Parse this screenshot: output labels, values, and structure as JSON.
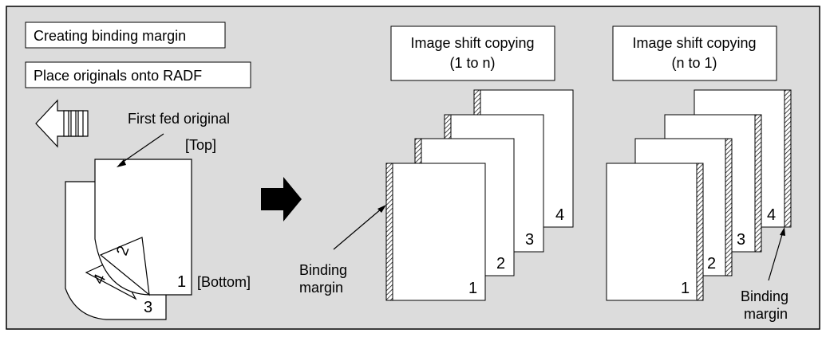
{
  "labels": {
    "creating_binding_margin": "Creating binding margin",
    "place_originals": "Place originals onto RADF",
    "first_fed_original": "First fed original",
    "top": "[Top]",
    "bottom": "[Bottom]",
    "group1_title_line1": "Image shift copying",
    "group1_title_line2": "(1 to n)",
    "group2_title_line1": "Image shift copying",
    "group2_title_line2": "(n to 1)",
    "binding": "Binding",
    "margin": "margin"
  },
  "originals_pages": [
    "1",
    "2",
    "3",
    "4"
  ],
  "group1_pages": [
    "1",
    "2",
    "3",
    "4"
  ],
  "group2_pages": [
    "1",
    "2",
    "3",
    "4"
  ],
  "colors": {
    "panel_background": "#dcdcdc",
    "paper": "#ffffff",
    "ink": "#000000"
  }
}
